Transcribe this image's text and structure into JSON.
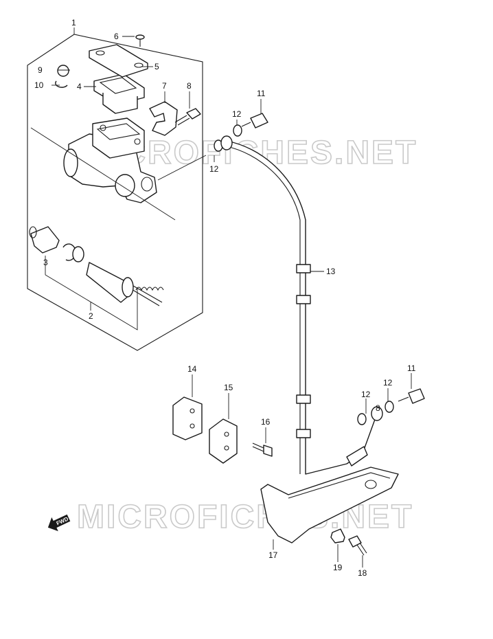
{
  "watermarks": [
    "MICROFICHES.NET",
    "MICROFICHES.NET"
  ],
  "direction_arrow": {
    "label": "FWD",
    "icon": "fwd-arrow-icon"
  },
  "callouts": {
    "p1": "1",
    "p2": "2",
    "p3": "3",
    "p4": "4",
    "p5": "5",
    "p6": "6",
    "p7": "7",
    "p8": "8",
    "p9": "9",
    "p10": "10",
    "p11": "11",
    "p12": "12",
    "p13": "13",
    "p14": "14",
    "p15": "15",
    "p16": "16",
    "p17": "17",
    "p18": "18",
    "p19": "19"
  }
}
